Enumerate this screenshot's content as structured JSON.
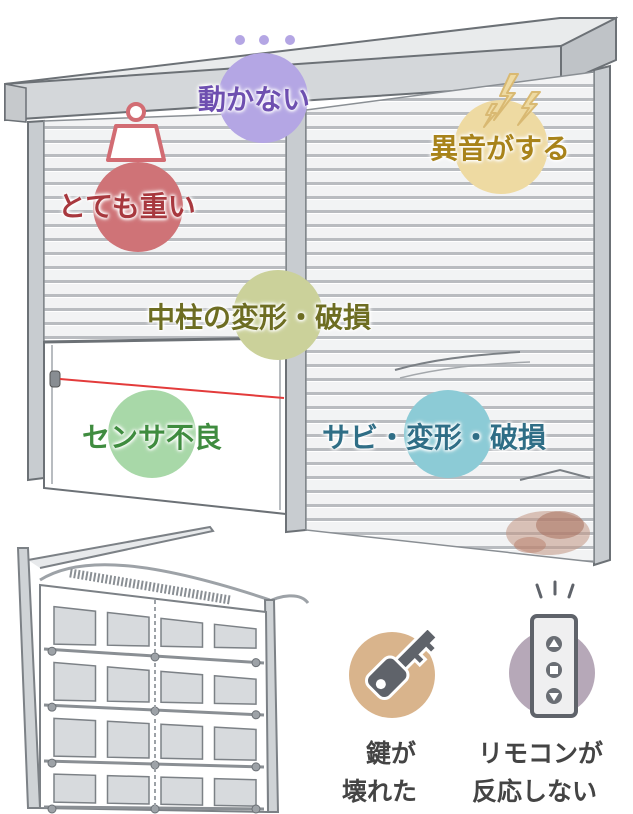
{
  "labels": {
    "not_moving": "動かない",
    "very_heavy": "とても重い",
    "strange_noise": "異音がする",
    "center_pillar": "中柱の変形・破損",
    "sensor": "センサ不良",
    "rust": "サビ・変形・破損",
    "key_line1": "鍵が",
    "key_line2": "壊れた",
    "remote_line1": "リモコンが",
    "remote_line2": "反応しない"
  },
  "colors": {
    "not_moving": "#b4a6e4",
    "very_heavy": "#cf7377",
    "strange_noise": "#eedaa2",
    "center_pillar": "#cbd19a",
    "sensor": "#a8d8a8",
    "rust": "#8ccbd6",
    "key": "#d9b48c",
    "remote": "#b6a8b8",
    "text_purple": "#6e4fb0",
    "text_red": "#a8383e",
    "text_gold": "#a8831a",
    "text_olive": "#6d6d22",
    "text_green": "#3f8c3f",
    "text_teal": "#2f6e86",
    "text_gray": "#444444",
    "sensor_beam": "#e33b3b"
  },
  "icons": [
    "weight-icon",
    "lightning-icon",
    "key-icon",
    "remote-icon"
  ]
}
